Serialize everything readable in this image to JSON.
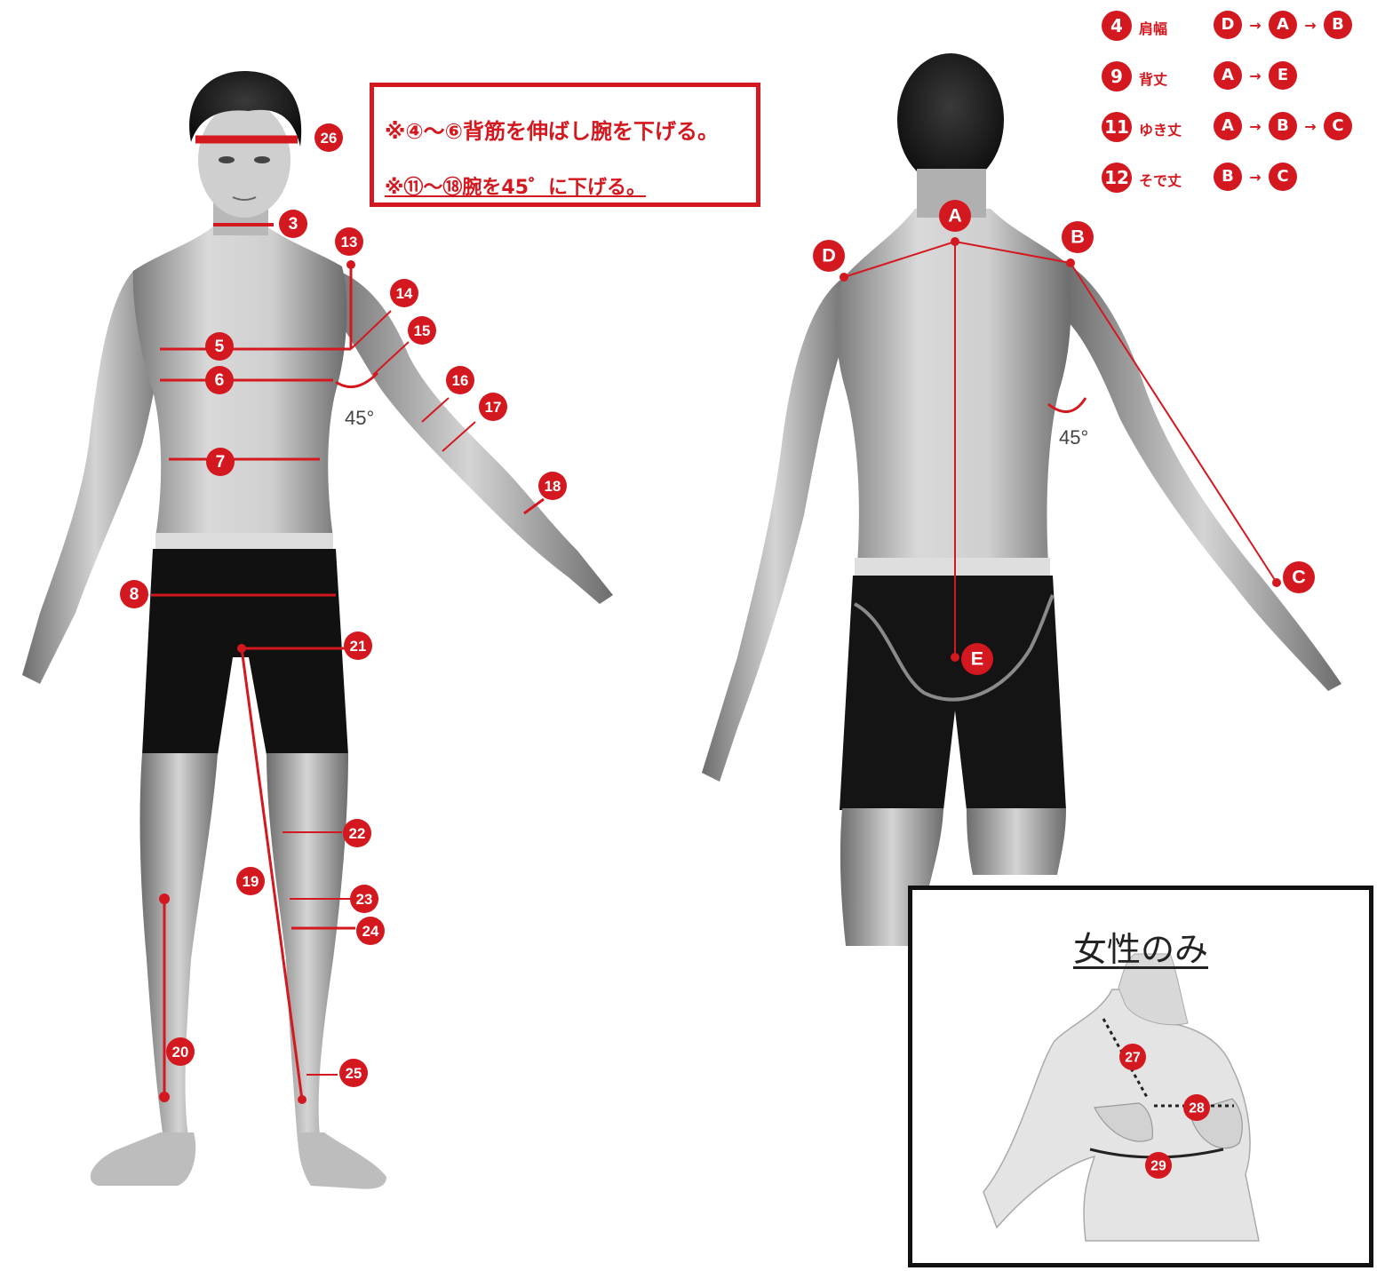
{
  "notice": {
    "line1": "※④〜⑥背筋を伸ばし腕を下げる。",
    "line2": "※⑪〜⑱腕を45゜に下げる。"
  },
  "legend": [
    {
      "num": "4",
      "name": "肩幅",
      "path": [
        "D",
        "A",
        "B"
      ]
    },
    {
      "num": "9",
      "name": "背丈",
      "path": [
        "A",
        "E"
      ]
    },
    {
      "num": "11",
      "name": "ゆき丈",
      "path": [
        "A",
        "B",
        "C"
      ]
    },
    {
      "num": "12",
      "name": "そで丈",
      "path": [
        "B",
        "C"
      ]
    }
  ],
  "arrow_glyph": "→",
  "angle_label": "45°",
  "front_markers": [
    "3",
    "5",
    "6",
    "7",
    "8",
    "13",
    "14",
    "15",
    "16",
    "17",
    "18",
    "19",
    "20",
    "21",
    "22",
    "23",
    "24",
    "25",
    "26"
  ],
  "back_points": [
    "A",
    "B",
    "C",
    "D",
    "E"
  ],
  "women_only": {
    "title": "女性のみ",
    "markers": [
      "27",
      "28",
      "29"
    ]
  },
  "colors": {
    "accent_red": "#d4181f",
    "skin_light": "#e6e6e6",
    "skin_mid": "#a8a8a8",
    "skin_dark": "#5e5e5e",
    "shorts": "#111111",
    "border_dark": "#111111"
  }
}
